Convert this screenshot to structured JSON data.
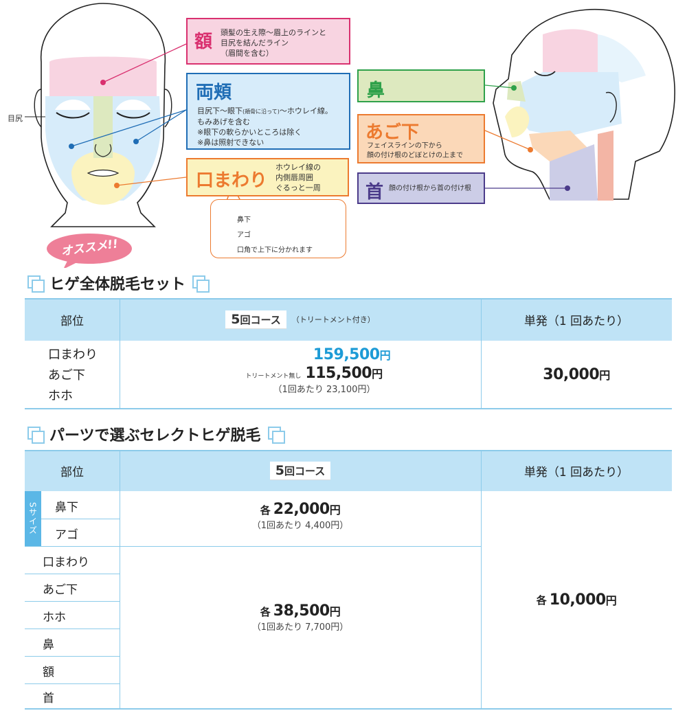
{
  "diagram": {
    "eye_corner_label": "目尻",
    "recommend_badge": "オススメ!!",
    "forehead": {
      "title": "額",
      "lines": [
        "頭髪の生え際〜眉上のラインと",
        "目尻を結んだライン",
        "（眉間を含む）"
      ]
    },
    "cheek": {
      "title": "両頬",
      "line1_a": "目尻下〜眼下",
      "line1_small": "(頬骨に沿って)",
      "line1_b": "〜ホウレイ線。",
      "lines": [
        "もみあげを含む",
        "※眼下の軟らかいところは除く",
        "※鼻は照射できない"
      ]
    },
    "mouth": {
      "title": "口まわり",
      "lines": [
        "ホウレイ線の",
        "内側唇周囲",
        "ぐるっと一周"
      ]
    },
    "mouth_detail": {
      "under_nose": "鼻下",
      "chin": "アゴ",
      "note": "口角で上下に分かれます"
    },
    "nose": {
      "title": "鼻"
    },
    "chin": {
      "title": "あご下",
      "lines": [
        "フェイスラインの下から",
        "顔の付け根のどぼとけの上まで"
      ]
    },
    "neck": {
      "title": "首",
      "desc": "顔の付け根から首の付け根"
    },
    "colors": {
      "forehead": "#d9306f",
      "cheek": "#1f6db5",
      "mouth": "#ec7a2f",
      "nose": "#2fa14a",
      "neck": "#4b3b8a",
      "accent": "#1d9bd6"
    }
  },
  "set_plan": {
    "title": "ヒゲ全体脱毛セット",
    "header": {
      "area": "部位",
      "course_num": "5",
      "course_label": "回コース",
      "course_note": "（トリートメント付き）",
      "single": "単発（1 回あたり）"
    },
    "areas": [
      "口まわり",
      "あご下",
      "ホホ"
    ],
    "price_with_treatment": "159,500",
    "no_treatment_label": "トリートメント無し",
    "price_no_treatment": "115,500",
    "per_session": "（1回あたり 23,100円）",
    "single_price": "30,000",
    "yen": "円"
  },
  "select_plan": {
    "title": "パーツで選ぶセレクトヒゲ脱毛",
    "header": {
      "area": "部位",
      "course_num": "5",
      "course_label": "回コース",
      "single": "単発（1 回あたり）"
    },
    "s_size_label": "Sサイズ",
    "s_areas": [
      "鼻下",
      "アゴ"
    ],
    "other_areas": [
      "口まわり",
      "あご下",
      "ホホ",
      "鼻",
      "額",
      "首"
    ],
    "each": "各",
    "s_price": "22,000",
    "s_per_session": "（1回あたり 4,400円）",
    "other_price": "38,500",
    "other_per_session": "（1回あたり 7,700円）",
    "single_price": "10,000",
    "yen": "円"
  }
}
